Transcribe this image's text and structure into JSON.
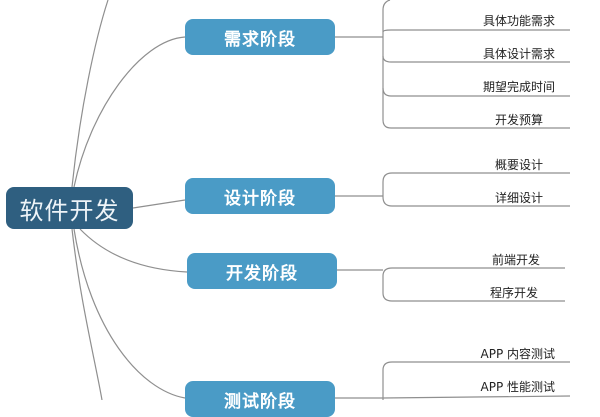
{
  "root": {
    "label": "软件开发"
  },
  "stages": [
    {
      "label": "需求阶段",
      "children": [
        "具体功能需求",
        "具体设计需求",
        "期望完成时间",
        "开发预算"
      ]
    },
    {
      "label": "设计阶段",
      "children": [
        "概要设计",
        "详细设计"
      ]
    },
    {
      "label": "开发阶段",
      "children": [
        "前端开发",
        "程序开发"
      ]
    },
    {
      "label": "测试阶段",
      "children": [
        "APP 内容测试",
        "APP 性能测试"
      ]
    }
  ],
  "colors": {
    "root": "#2f5f80",
    "stage": "#4a9bc6",
    "line": "#8a8a8a"
  }
}
